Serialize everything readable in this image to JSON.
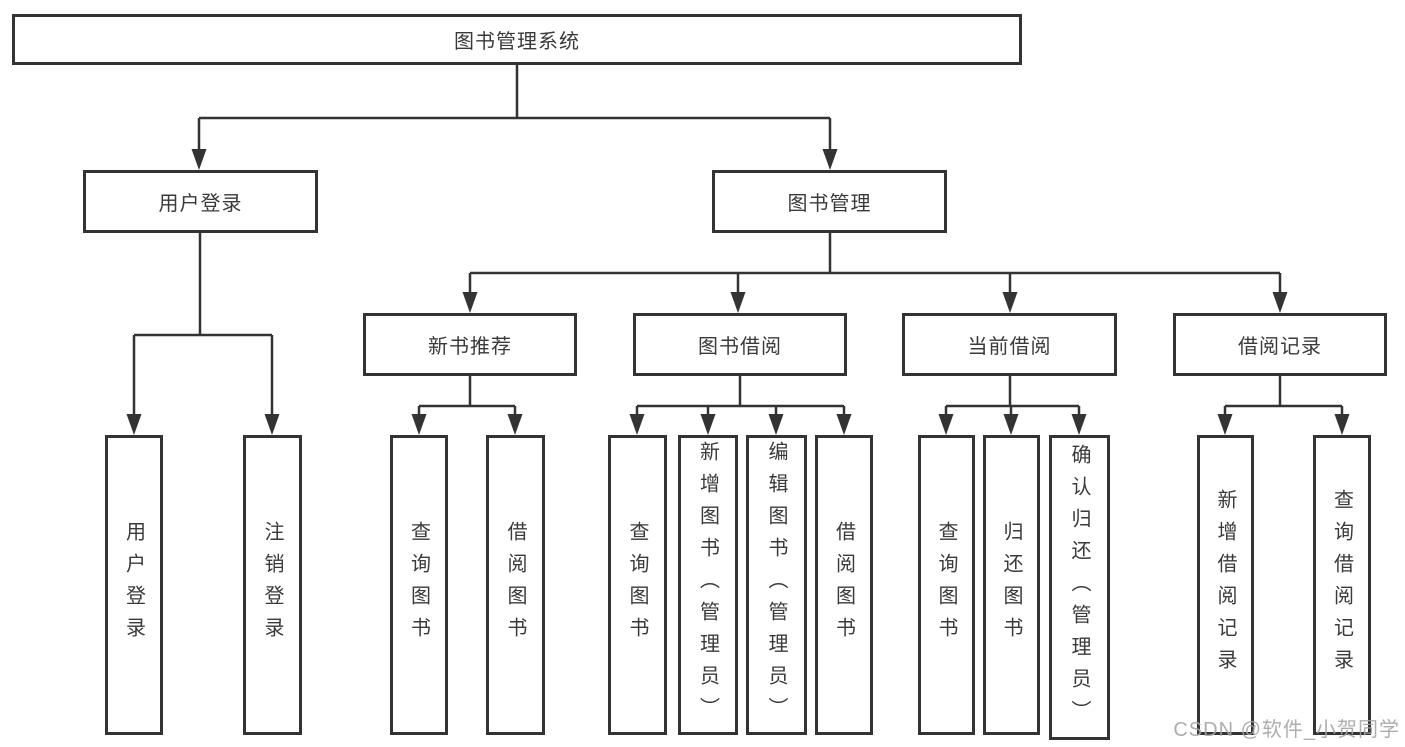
{
  "diagram": {
    "type": "hierarchy-tree",
    "root_key": "root"
  },
  "nodes": {
    "root": {
      "label": "图书管理系统"
    },
    "user_login": {
      "label": "用户登录"
    },
    "book_management": {
      "label": "图书管理"
    },
    "user_login_leaf": {
      "label": "用户登录"
    },
    "logout_leaf": {
      "label": "注销登录"
    },
    "new_book_recommend": {
      "label": "新书推荐"
    },
    "book_borrowing": {
      "label": "图书借阅"
    },
    "current_borrowing": {
      "label": "当前借阅"
    },
    "borrowing_records": {
      "label": "借阅记录"
    },
    "nbr_query_books": {
      "label": "查询图书"
    },
    "nbr_borrow_books": {
      "label": "借阅图书"
    },
    "bb_query_books": {
      "label": "查询图书"
    },
    "bb_add_books_admin": {
      "label": "新增图书（管理员）"
    },
    "bb_edit_books_admin": {
      "label": "编辑图书（管理员）"
    },
    "bb_borrow_books": {
      "label": "借阅图书"
    },
    "cb_query_books": {
      "label": "查询图书"
    },
    "cb_return_books": {
      "label": "归还图书"
    },
    "cb_confirm_return_admin": {
      "label": "确认归还（管理员）"
    },
    "br_add_record": {
      "label": "新增借阅记录"
    },
    "br_query_record": {
      "label": "查询借阅记录"
    }
  },
  "edges": [
    [
      "root",
      "user_login"
    ],
    [
      "root",
      "book_management"
    ],
    [
      "user_login",
      "user_login_leaf"
    ],
    [
      "user_login",
      "logout_leaf"
    ],
    [
      "book_management",
      "new_book_recommend"
    ],
    [
      "book_management",
      "book_borrowing"
    ],
    [
      "book_management",
      "current_borrowing"
    ],
    [
      "book_management",
      "borrowing_records"
    ],
    [
      "new_book_recommend",
      "nbr_query_books"
    ],
    [
      "new_book_recommend",
      "nbr_borrow_books"
    ],
    [
      "book_borrowing",
      "bb_query_books"
    ],
    [
      "book_borrowing",
      "bb_add_books_admin"
    ],
    [
      "book_borrowing",
      "bb_edit_books_admin"
    ],
    [
      "book_borrowing",
      "bb_borrow_books"
    ],
    [
      "current_borrowing",
      "cb_query_books"
    ],
    [
      "current_borrowing",
      "cb_return_books"
    ],
    [
      "current_borrowing",
      "cb_confirm_return_admin"
    ],
    [
      "borrowing_records",
      "br_add_record"
    ],
    [
      "borrowing_records",
      "br_query_record"
    ]
  ],
  "watermark": {
    "text": "CSDN @软件_小贺同学"
  },
  "colors": {
    "line": "#333333",
    "border": "#333333",
    "text": "#3a3a3a",
    "watermark": "#a5a5a5",
    "background": "#ffffff"
  }
}
